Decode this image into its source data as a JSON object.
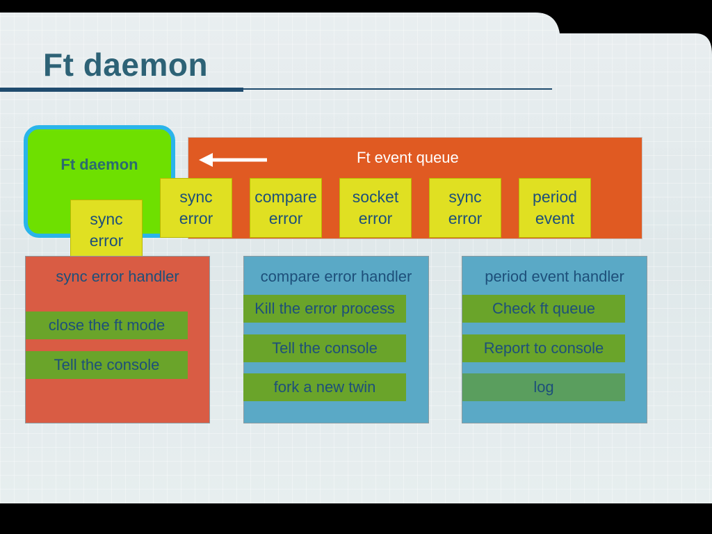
{
  "slide": {
    "title": "Ft daemon"
  },
  "daemon": {
    "label": "Ft daemon",
    "current_event": "sync\nerror"
  },
  "queue": {
    "label": "Ft event queue",
    "items": [
      {
        "label": "sync\nerror"
      },
      {
        "label": "compare\nerror"
      },
      {
        "label": "socket\nerror"
      },
      {
        "label": "sync\nerror"
      },
      {
        "label": "period\nevent"
      }
    ]
  },
  "handlers": [
    {
      "title": "sync error handler",
      "color": "#d95c44",
      "steps": [
        {
          "label": "close the ft mode",
          "color": "#6aa42a"
        },
        {
          "label": "Tell the console",
          "color": "#6aa42a"
        }
      ]
    },
    {
      "title": "compare error handler",
      "color": "#5aa9c6",
      "steps": [
        {
          "label": "Kill the error process",
          "color": "#6aa42a"
        },
        {
          "label": "Tell the console",
          "color": "#6aa42a"
        },
        {
          "label": "fork a new twin",
          "color": "#6aa42a"
        }
      ]
    },
    {
      "title": "period event handler",
      "color": "#5aa9c6",
      "steps": [
        {
          "label": "Check ft queue",
          "color": "#6aa42a"
        },
        {
          "label": "Report to console",
          "color": "#6aa42a"
        },
        {
          "label": "log",
          "color": "#5a9e5e"
        }
      ]
    }
  ]
}
